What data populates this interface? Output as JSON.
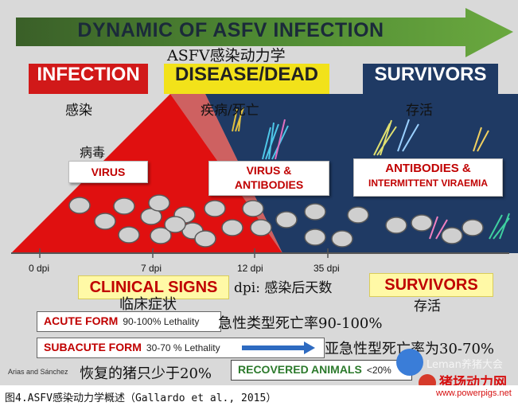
{
  "title": {
    "en": "DYNAMIC OF ASFV INFECTION",
    "cn": "ASFV感染动力学"
  },
  "headers": {
    "infection": {
      "en": "INFECTION",
      "cn": "感染",
      "color": "#d11919"
    },
    "disease": {
      "en": "DISEASE/DEAD",
      "cn": "疾病/死亡",
      "color": "#f2e21a"
    },
    "survivors": {
      "en": "SURVIVORS",
      "cn": "存活",
      "color": "#1f3a64"
    }
  },
  "labels": {
    "virus_cn": "病毒",
    "virus": "VIRUS",
    "virus_antibodies_l1": "VIRUS &",
    "virus_antibodies_l2": "ANTIBODIES",
    "antibodies_l1": "ANTIBODIES &",
    "antibodies_l2": "INTERMITTENT VIRAEMIA"
  },
  "timeline": {
    "ticks": [
      "0 dpi",
      "7 dpi",
      "12 dpi",
      "35 dpi"
    ],
    "dpi_note": "dpi: 感染后天数"
  },
  "clinical": {
    "en": "CLINICAL SIGNS",
    "cn": "临床症状"
  },
  "survivors_box": {
    "en": "SURVIVORS",
    "cn": "存活"
  },
  "forms": {
    "acute": {
      "name": "ACUTE FORM",
      "pct": "90-100% Lethality",
      "cn": "急性类型死亡率90-100%"
    },
    "subacute": {
      "name": "SUBACUTE FORM",
      "pct": "30-70 % Lethality",
      "cn": "亚急性型死亡率为30-70%"
    },
    "recovered": {
      "name": "RECOVERED ANIMALS",
      "pct": "<20%",
      "cn": "恢复的猪只少于20%"
    }
  },
  "credit": "Arias and Sánchez",
  "watermark": {
    "text": "Leman养猪大会",
    "brand": "猪场动力网",
    "url": "www.powerpigs.net"
  },
  "caption": "图4.ASFV感染动力学概述（Gallardo et al., 2015）"
}
